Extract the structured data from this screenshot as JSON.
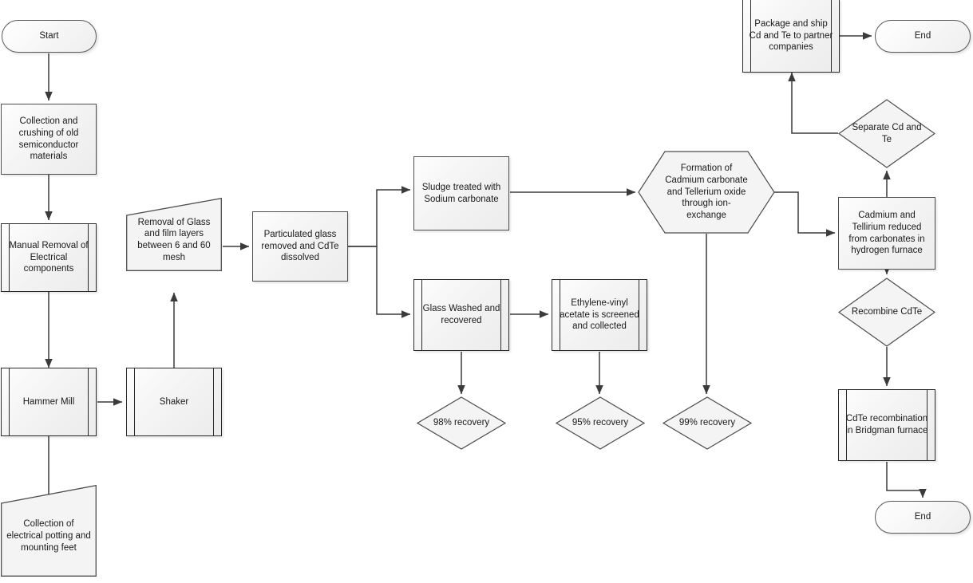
{
  "diagram": {
    "title": "CdTe Semiconductor Recycling Process Flowchart",
    "background": "#ffffff",
    "stroke": "#4d4d4d",
    "fill": "#f2f2f2"
  },
  "nodes": {
    "start": {
      "label": "Start",
      "shape": "terminator"
    },
    "collection_crushing": {
      "label": "Collection and crushing of old semiconductor materials",
      "shape": "process"
    },
    "manual_removal": {
      "label": "Manual Removal of Electrical components",
      "shape": "predefined-process"
    },
    "hammer_mill": {
      "label": "Hammer Mill",
      "shape": "predefined-process"
    },
    "collection_potting": {
      "label": "Collection of electrical potting and mounting feet",
      "shape": "manual-operation"
    },
    "shaker": {
      "label": "Shaker",
      "shape": "predefined-process"
    },
    "removal_glass": {
      "label": "Removal of Glass and film layers between 6 and 60 mesh",
      "shape": "manual-operation"
    },
    "particulated_glass": {
      "label": "Particulated glass removed and CdTe dissolved",
      "shape": "process"
    },
    "sludge_treated": {
      "label": "Sludge treated with Sodium carbonate",
      "shape": "process"
    },
    "glass_washed": {
      "label": "Glass Washed and recovered",
      "shape": "predefined-process"
    },
    "eva_screened": {
      "label": "Ethylene-vinyl acetate is screened and collected",
      "shape": "predefined-process"
    },
    "recovery_98": {
      "label": "98% recovery",
      "shape": "decision"
    },
    "recovery_95": {
      "label": "95% recovery",
      "shape": "decision"
    },
    "recovery_99": {
      "label": "99% recovery",
      "shape": "decision"
    },
    "formation_hex": {
      "label": "Formation of Cadmium carbonate and Tellerium oxide through ion-exchange",
      "shape": "hexagon"
    },
    "cd_te_reduced": {
      "label": "Cadmium and Tellirium reduced from carbonates in hydrogen furnace",
      "shape": "process"
    },
    "separate_cd_te": {
      "label": "Separate Cd and Te",
      "shape": "decision"
    },
    "package_ship": {
      "label": "Package and ship Cd and Te to partner companies",
      "shape": "predefined-process"
    },
    "end_top": {
      "label": "End",
      "shape": "terminator"
    },
    "recombine_cdte": {
      "label": "Recombine CdTe",
      "shape": "decision"
    },
    "cdte_recombination": {
      "label": "CdTe recombination in Bridgman furnace",
      "shape": "predefined-process"
    },
    "end_bottom": {
      "label": "End",
      "shape": "terminator"
    }
  },
  "edges": [
    {
      "from": "start",
      "to": "collection_crushing"
    },
    {
      "from": "collection_crushing",
      "to": "manual_removal"
    },
    {
      "from": "manual_removal",
      "to": "hammer_mill"
    },
    {
      "from": "hammer_mill",
      "to": "shaker"
    },
    {
      "from": "hammer_mill",
      "to": "collection_potting"
    },
    {
      "from": "shaker",
      "to": "removal_glass"
    },
    {
      "from": "removal_glass",
      "to": "particulated_glass"
    },
    {
      "from": "particulated_glass",
      "to": "sludge_treated"
    },
    {
      "from": "particulated_glass",
      "to": "glass_washed"
    },
    {
      "from": "sludge_treated",
      "to": "formation_hex"
    },
    {
      "from": "glass_washed",
      "to": "eva_screened"
    },
    {
      "from": "glass_washed",
      "to": "recovery_98"
    },
    {
      "from": "eva_screened",
      "to": "recovery_95"
    },
    {
      "from": "formation_hex",
      "to": "recovery_99"
    },
    {
      "from": "formation_hex",
      "to": "cd_te_reduced"
    },
    {
      "from": "cd_te_reduced",
      "to": "separate_cd_te"
    },
    {
      "from": "separate_cd_te",
      "to": "package_ship"
    },
    {
      "from": "package_ship",
      "to": "end_top"
    },
    {
      "from": "cd_te_reduced",
      "to": "recombine_cdte"
    },
    {
      "from": "recombine_cdte",
      "to": "cdte_recombination"
    },
    {
      "from": "cdte_recombination",
      "to": "end_bottom"
    }
  ]
}
